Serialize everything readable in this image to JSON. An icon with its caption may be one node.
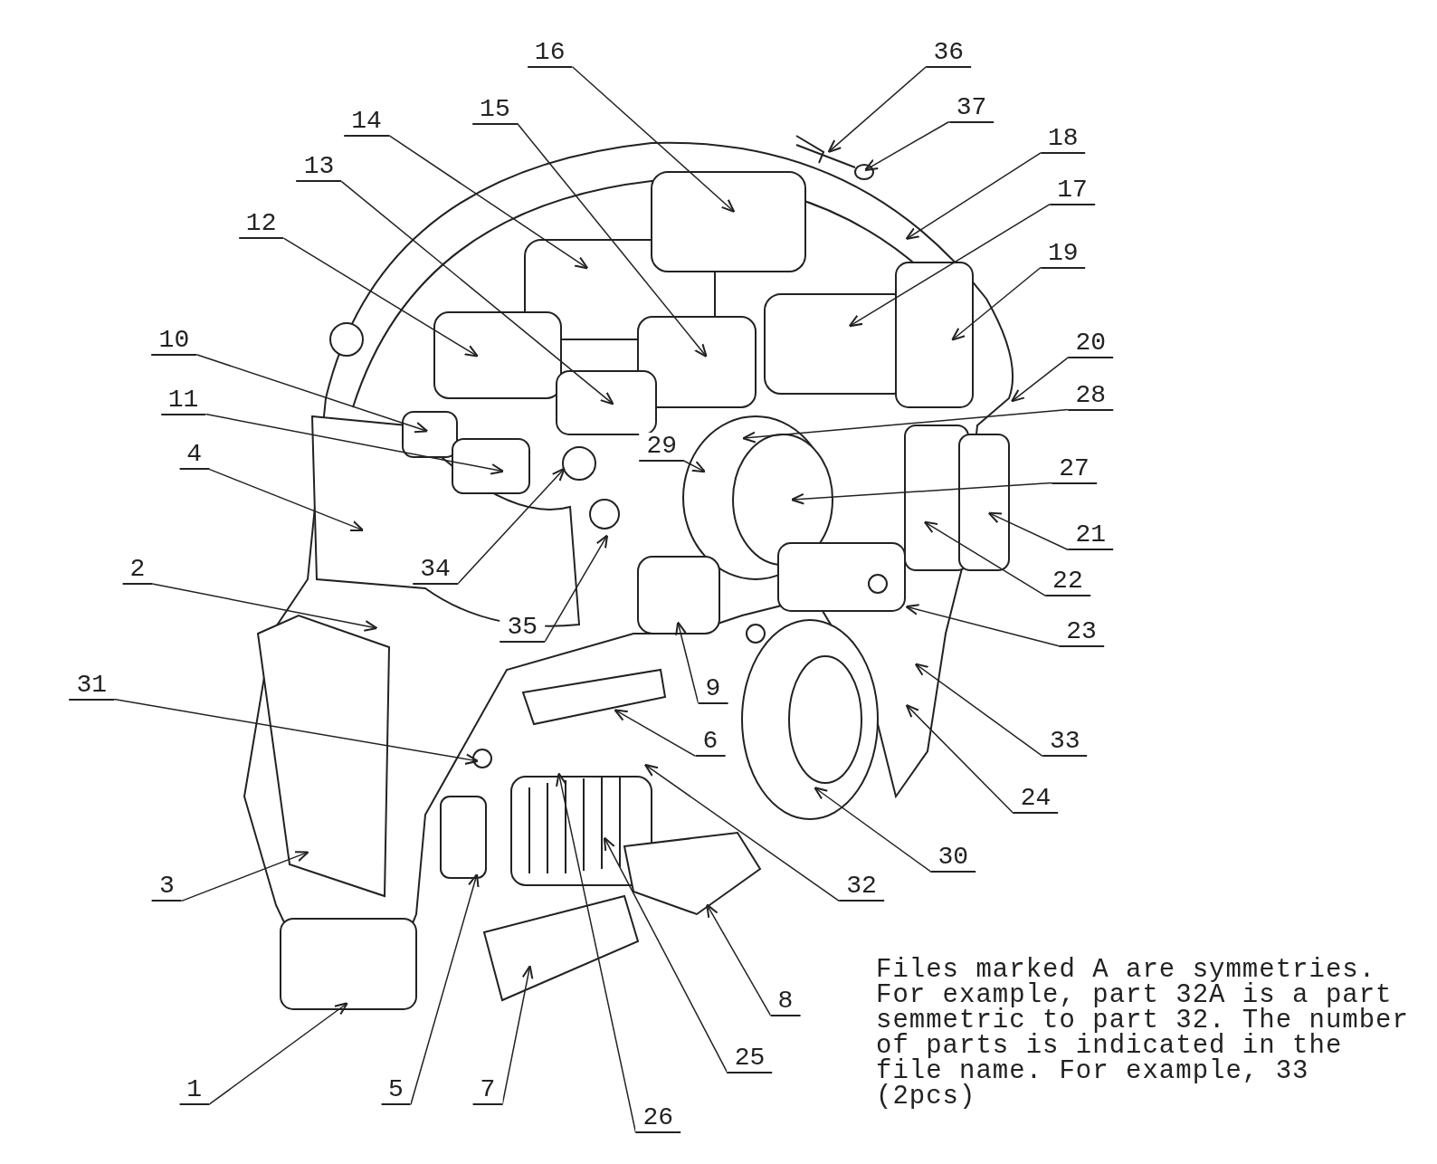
{
  "diagram": {
    "nodes": [
      {
        "text": [
          "1"
        ]
      },
      {
        "text": [
          "2"
        ]
      },
      {
        "text": [
          "3"
        ]
      },
      {
        "text": [
          "4"
        ]
      },
      {
        "text": [
          "5"
        ]
      },
      {
        "text": [
          "6"
        ]
      },
      {
        "text": [
          "7"
        ]
      },
      {
        "text": [
          "8"
        ]
      },
      {
        "text": [
          "9"
        ]
      },
      {
        "text": [
          "10"
        ]
      },
      {
        "text": [
          "11"
        ]
      },
      {
        "text": [
          "12"
        ]
      },
      {
        "text": [
          "13"
        ]
      },
      {
        "text": [
          "14"
        ]
      },
      {
        "text": [
          "15"
        ]
      },
      {
        "text": [
          "16"
        ]
      },
      {
        "text": [
          "17"
        ]
      },
      {
        "text": [
          "18"
        ]
      },
      {
        "text": [
          "19"
        ]
      },
      {
        "text": [
          "20"
        ]
      },
      {
        "text": [
          "21"
        ]
      },
      {
        "text": [
          "22"
        ]
      },
      {
        "text": [
          "23"
        ]
      },
      {
        "text": [
          "24"
        ]
      },
      {
        "text": [
          "25"
        ]
      },
      {
        "text": [
          "26"
        ]
      },
      {
        "text": [
          "27"
        ]
      },
      {
        "text": [
          "28"
        ]
      },
      {
        "text": [
          "29"
        ]
      },
      {
        "text": [
          "30"
        ]
      },
      {
        "text": [
          "31"
        ]
      },
      {
        "text": [
          "32"
        ]
      },
      {
        "text": [
          "33"
        ]
      },
      {
        "text": [
          "34"
        ]
      },
      {
        "text": [
          "35"
        ]
      },
      {
        "text": [
          "36"
        ]
      },
      {
        "text": [
          "37"
        ]
      }
    ],
    "edges": [
      {
        "from": 0,
        "to": null,
        "arrow": "to"
      },
      {
        "from": 1,
        "to": null,
        "arrow": "to"
      },
      {
        "from": 2,
        "to": null,
        "arrow": "to"
      },
      {
        "from": 3,
        "to": null,
        "arrow": "to"
      },
      {
        "from": 4,
        "to": null,
        "arrow": "to"
      },
      {
        "from": 5,
        "to": null,
        "arrow": "to"
      },
      {
        "from": 6,
        "to": null,
        "arrow": "to"
      },
      {
        "from": 7,
        "to": null,
        "arrow": "to"
      },
      {
        "from": 8,
        "to": null,
        "arrow": "to"
      },
      {
        "from": 9,
        "to": null,
        "arrow": "to"
      },
      {
        "from": 10,
        "to": null,
        "arrow": "to"
      },
      {
        "from": 11,
        "to": null,
        "arrow": "to"
      },
      {
        "from": 12,
        "to": null,
        "arrow": "to"
      },
      {
        "from": 13,
        "to": null,
        "arrow": "to"
      },
      {
        "from": 14,
        "to": null,
        "arrow": "to"
      },
      {
        "from": 15,
        "to": null,
        "arrow": "to"
      },
      {
        "from": 16,
        "to": null,
        "arrow": "to"
      },
      {
        "from": 17,
        "to": null,
        "arrow": "to"
      },
      {
        "from": 18,
        "to": null,
        "arrow": "to"
      },
      {
        "from": 19,
        "to": null,
        "arrow": "to"
      },
      {
        "from": 20,
        "to": null,
        "arrow": "to"
      },
      {
        "from": 21,
        "to": null,
        "arrow": "to"
      },
      {
        "from": 22,
        "to": null,
        "arrow": "to"
      },
      {
        "from": 23,
        "to": null,
        "arrow": "to"
      },
      {
        "from": 24,
        "to": null,
        "arrow": "to"
      },
      {
        "from": 25,
        "to": null,
        "arrow": "to"
      },
      {
        "from": 26,
        "to": null,
        "arrow": "to"
      },
      {
        "from": 27,
        "to": null,
        "arrow": "to"
      },
      {
        "from": 28,
        "to": null,
        "arrow": "to"
      },
      {
        "from": 29,
        "to": null,
        "arrow": "to"
      },
      {
        "from": 30,
        "to": null,
        "arrow": "to"
      },
      {
        "from": 31,
        "to": null,
        "arrow": "to"
      },
      {
        "from": 32,
        "to": null,
        "arrow": "to"
      },
      {
        "from": 33,
        "to": null,
        "arrow": "to"
      },
      {
        "from": 34,
        "to": null,
        "arrow": "to"
      },
      {
        "from": 35,
        "to": null,
        "arrow": "to"
      },
      {
        "from": 36,
        "to": null,
        "arrow": "to"
      }
    ],
    "labels": [
      "Files marked A are symmetries. For example, part 32A is a part semmetric to part 32. The number of parts is indicated in the file name. For example, 33 (2pcs)"
    ]
  }
}
